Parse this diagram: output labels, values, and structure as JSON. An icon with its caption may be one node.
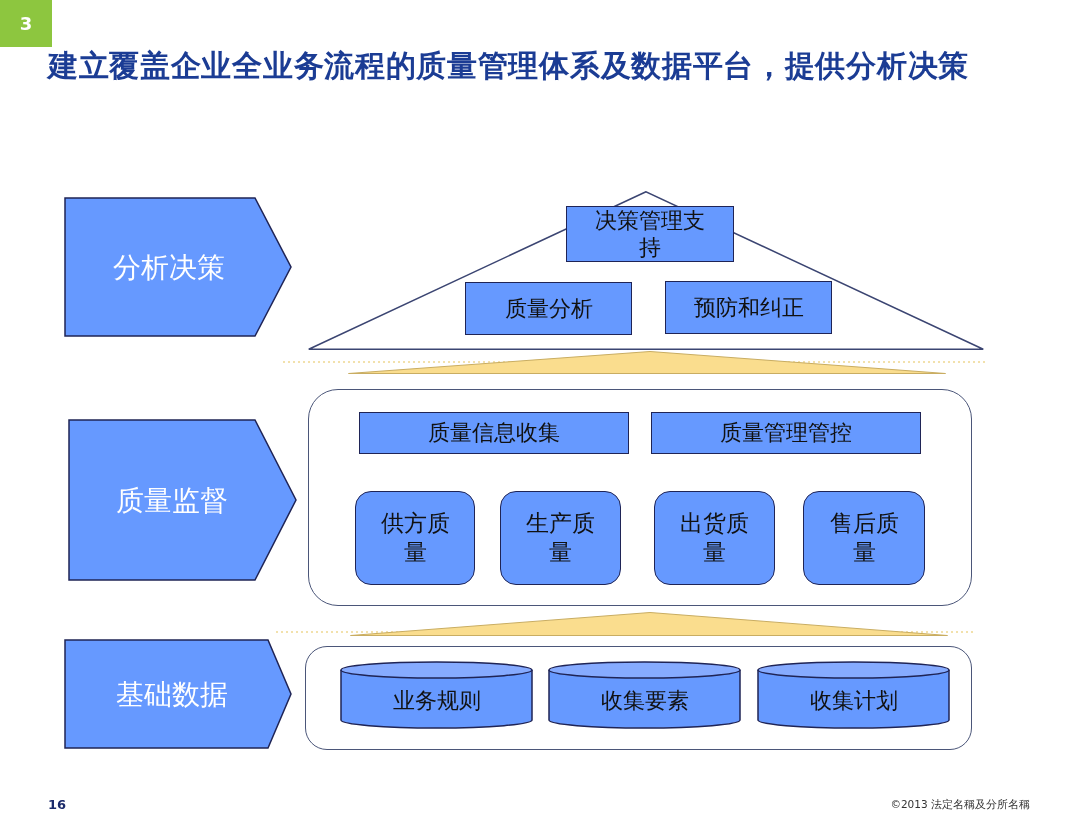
{
  "diagram": {
    "title": "建立覆盖企业全业务流程的质量管理体系及数据平台，提供分析决策",
    "nodes": [
      {
        "text": [
          "分析决策"
        ]
      },
      {
        "text": [],
        "shape": "triangle"
      },
      {
        "text": [
          "决策管理支持"
        ],
        "in": 1
      },
      {
        "text": [
          "质量分析"
        ],
        "in": 1
      },
      {
        "text": [
          "预防和纠正"
        ],
        "in": 1
      },
      {
        "text": [],
        "shape": "triangle"
      },
      {
        "text": [
          "质量监督"
        ]
      },
      {
        "text": [],
        "shape": "box"
      },
      {
        "text": [
          "质量信息收集"
        ],
        "in": 7
      },
      {
        "text": [
          "质量管理管控"
        ],
        "in": 7
      },
      {
        "text": [
          "供方质量"
        ],
        "in": 7
      },
      {
        "text": [
          "生产质量"
        ],
        "in": 7
      },
      {
        "text": [
          "出货质量"
        ],
        "in": 7
      },
      {
        "text": [
          "售后质量"
        ],
        "in": 7
      },
      {
        "text": [],
        "shape": "triangle"
      },
      {
        "text": [
          "基础数据"
        ]
      },
      {
        "text": [],
        "shape": "box"
      },
      {
        "text": [
          "业务规则"
        ],
        "in": 16
      },
      {
        "text": [
          "收集要素"
        ],
        "in": 16
      },
      {
        "text": [
          "收集计划"
        ],
        "in": 16
      }
    ],
    "labels": [
      "3",
      "16",
      "©2013 法定名稱及分所名稱"
    ]
  }
}
